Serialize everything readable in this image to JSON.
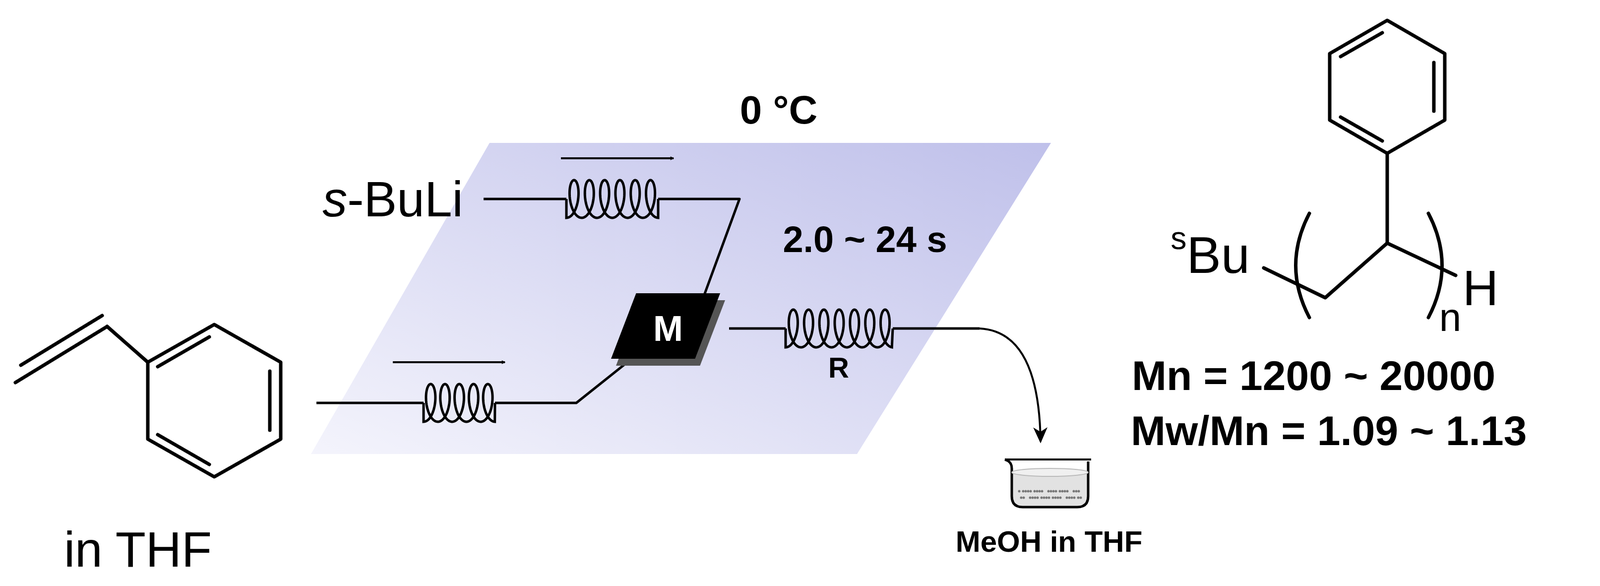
{
  "diagram": {
    "nodes": [
      {
        "text": [
          "M"
        ]
      }
    ],
    "labels": [
      "0 °C",
      "s-BuLi",
      "2.0 ~ 24 s",
      "R",
      "in THF",
      "MeOH in THF",
      "sBu",
      "n",
      "H",
      "Mn = 1200 ~ 20000",
      "Mw/Mn = 1.09 ~ 1.13"
    ]
  }
}
